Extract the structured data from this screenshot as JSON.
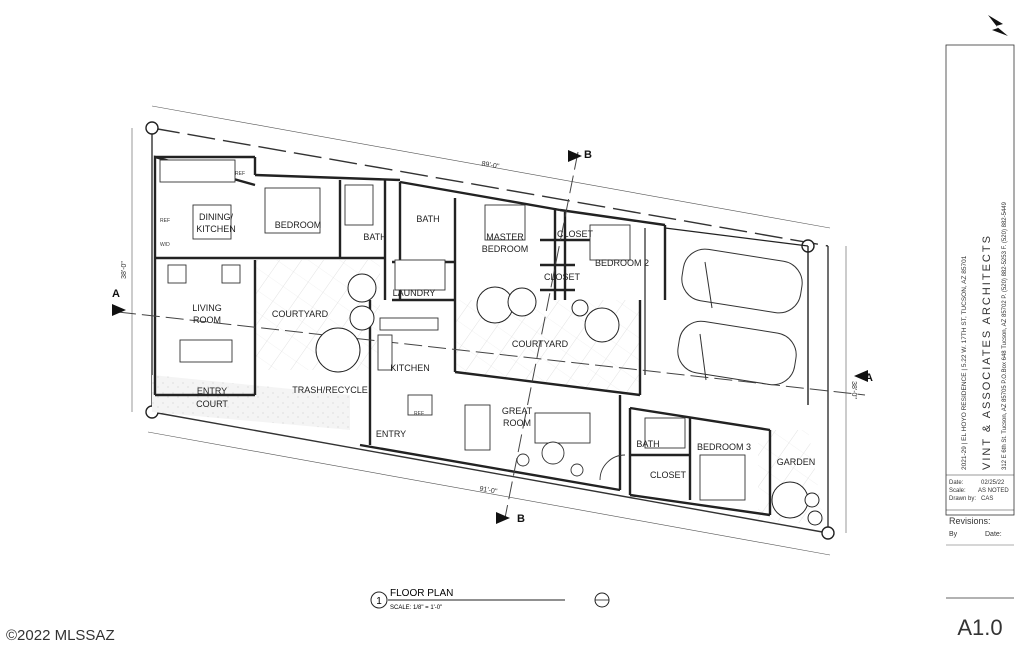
{
  "rooms": {
    "dining_kitchen_1": "DINING/",
    "dining_kitchen_2": "KITCHEN",
    "bedroom": "BEDROOM",
    "bath_west": "BATH",
    "bath_north": "BATH",
    "master_1": "MASTER",
    "master_2": "BEDROOM",
    "closet_a": "CLOSET",
    "closet_b": "CLOSET",
    "bedroom2": "BEDROOM 2",
    "laundry": "LAUNDRY",
    "living_1": "LIVING",
    "living_2": "ROOM",
    "courtyard_west": "COURTYARD",
    "courtyard_east": "COURTYARD",
    "kitchen": "KITCHEN",
    "entry_court_1": "ENTRY",
    "entry_court_2": "COURT",
    "trash": "TRASH/RECYCLE",
    "great_1": "GREAT",
    "great_2": "ROOM",
    "entry": "ENTRY",
    "bath_south": "BATH",
    "bedroom3": "BEDROOM 3",
    "closet_south": "CLOSET",
    "garden": "GARDEN"
  },
  "dimensions": {
    "top": "89'-0\"",
    "bottom": "91'-0\"",
    "left": "38'-0\"",
    "right": "38'-0\""
  },
  "section_marks": {
    "a_left": "A",
    "a_right": "A",
    "b_top": "B",
    "b_bottom": "B"
  },
  "fixtures": {
    "ref_1": "REF",
    "ref_2": "REF",
    "wd": "W/D",
    "ref_3": "REF"
  },
  "drawing": {
    "number": "1",
    "title": "FLOOR PLAN",
    "scale": "SCALE: 1/8\" = 1'-0\""
  },
  "title_block": {
    "project": "2021-29 | EL HOYO RESIDENCE | 5.22 W. 17TH ST, TUCSON, AZ 85701",
    "firm": "VINT & ASSOCIATES ARCHITECTS",
    "address": "312 E 6th St. Tucson, AZ 85705   P.O.Box 648 Tucson, AZ 85702   P. (520) 882-5253   F. (520) 882-5449",
    "date_label": "Date:",
    "date_value": "02/25/22",
    "scale_label": "Scale:",
    "scale_value": "AS NOTED",
    "drawn_label": "Drawn by:",
    "drawn_value": "CAS",
    "revisions_label": "Revisions:",
    "by_label": "By",
    "rev_date_label": "Date:",
    "sheet": "A1.0"
  },
  "watermark": "©2022 MLSSAZ",
  "colors": {
    "line": "#222222",
    "hatch": "#cccccc",
    "wall_fill": "#d8d8d8"
  }
}
